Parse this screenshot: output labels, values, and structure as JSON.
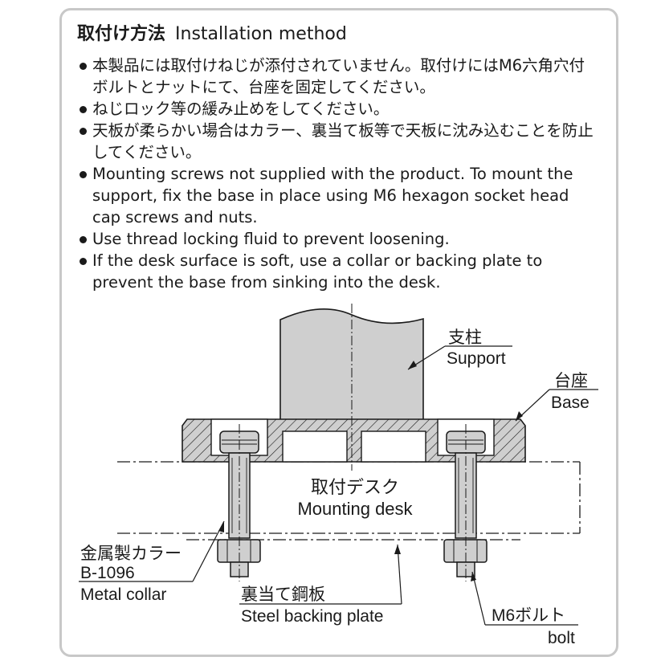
{
  "heading": {
    "jp": "取付け方法",
    "en": "Installation method"
  },
  "instructions": [
    {
      "lines": [
        "本製品には取付けねじが添付されていません。取付けにはM6六角穴付",
        "ボルトとナットにて、台座を固定してください。"
      ]
    },
    {
      "lines": [
        "ねじロック等の緩み止めをしてください。"
      ]
    },
    {
      "lines": [
        "天板が柔らかい場合はカラー、裏当て板等で天板に沈み込むことを防止",
        "してください。"
      ]
    },
    {
      "lines": [
        "Mounting screws not supplied with the product. To mount the",
        "support, fix the base in place using M6 hexagon socket head",
        "cap screws and nuts."
      ]
    },
    {
      "lines": [
        "Use thread locking fluid to prevent loosening."
      ]
    },
    {
      "lines": [
        "If the desk surface is soft, use a collar or backing plate to",
        "prevent the base from sinking into the desk."
      ]
    }
  ],
  "labels": {
    "support_jp": "支柱",
    "support_en": "Support",
    "base_jp": "台座",
    "base_en": "Base",
    "desk_jp": "取付デスク",
    "desk_en": "Mounting desk",
    "collar_jp": "金属製カラー",
    "collar_code": "B-1096",
    "collar_en": "Metal collar",
    "plate_jp": "裏当て鋼板",
    "plate_en": "Steel backing plate",
    "bolt_jp": "M6ボルト",
    "bolt_en": "bolt"
  },
  "colors": {
    "part_fill": "#cfcfcf",
    "line": "#1a1a1a",
    "frame": "#c8c8c8"
  }
}
